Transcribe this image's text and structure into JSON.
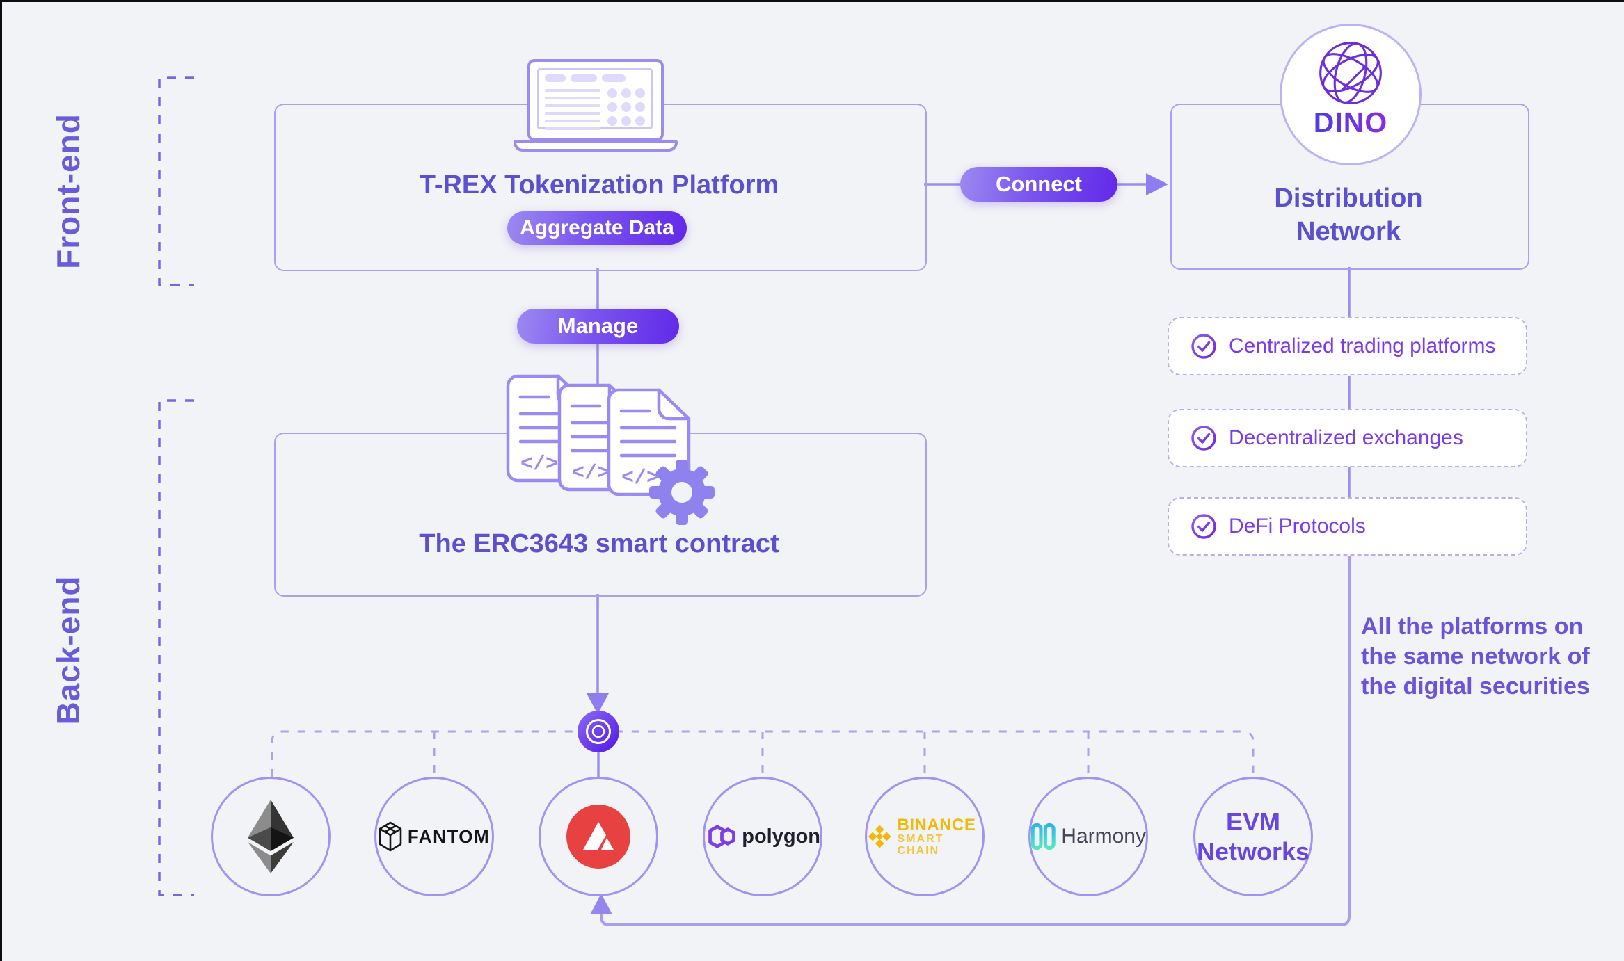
{
  "sections": {
    "front_end": "Front-end",
    "back_end": "Back-end"
  },
  "trex": {
    "title": "T-REX Tokenization Platform",
    "badge": "Aggregate Data"
  },
  "connect": {
    "label": "Connect"
  },
  "manage": {
    "label": "Manage"
  },
  "dino": {
    "logo_text": "DINO",
    "line1": "Distribution",
    "line2": "Network"
  },
  "erc": {
    "title": "The ERC3643 smart contract"
  },
  "channels": [
    {
      "label": "Centralized trading platforms"
    },
    {
      "label": "Decentralized exchanges"
    },
    {
      "label": "DeFi Protocols"
    }
  ],
  "note": {
    "line1": "All the platforms on",
    "line2": "the same network of",
    "line3": "the digital securities"
  },
  "networks": {
    "ethereum_icon": "ethereum-diamond",
    "fantom_label": "FANTOM",
    "avalanche_icon": "avalanche-mountain",
    "polygon_label": "polygon",
    "binance_line1": "BINANCE",
    "binance_line2": "SMART CHAIN",
    "harmony_label": "Harmony",
    "evm_line1": "EVM",
    "evm_line2": "Networks"
  },
  "colors": {
    "background": "#F2F3F6",
    "box_border": "#ABA0F0",
    "heading": "#5C50CE",
    "channel_text": "#7B3BEB",
    "pill_gradient_from": "#9C8AF1",
    "pill_gradient_to": "#6129E9",
    "dashed_line": "#ACA0F1",
    "binance_gold": "#F0B90B",
    "avalanche_red": "#E84142",
    "polygon_purple": "#7B3FE4"
  }
}
